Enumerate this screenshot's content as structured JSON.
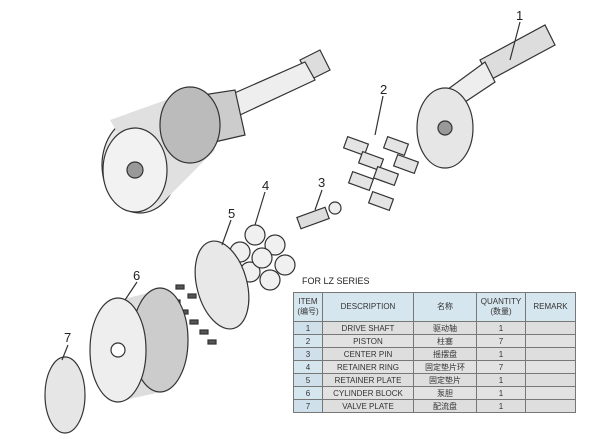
{
  "callouts": [
    "1",
    "2",
    "3",
    "4",
    "5",
    "6",
    "7"
  ],
  "table": {
    "caption": "FOR LZ SERIES",
    "headers": [
      "ITEM (编号)",
      "DESCRIPTION",
      "名称",
      "QUANTITY (数量)",
      "REMARK"
    ],
    "rows": [
      {
        "item": "1",
        "description": "DRIVE SHAFT",
        "name_cn": "驱动轴",
        "quantity": "1",
        "remark": ""
      },
      {
        "item": "2",
        "description": "PISTON",
        "name_cn": "柱塞",
        "quantity": "7",
        "remark": ""
      },
      {
        "item": "3",
        "description": "CENTER PIN",
        "name_cn": "摇摆盘",
        "quantity": "1",
        "remark": ""
      },
      {
        "item": "4",
        "description": "RETAINER RING",
        "name_cn": "固定垫片环",
        "quantity": "7",
        "remark": ""
      },
      {
        "item": "5",
        "description": "RETAINER PLATE",
        "name_cn": "固定垫片",
        "quantity": "1",
        "remark": ""
      },
      {
        "item": "6",
        "description": "CYLINDER BLOCK",
        "name_cn": "泵胆",
        "quantity": "1",
        "remark": ""
      },
      {
        "item": "7",
        "description": "VALVE PLATE",
        "name_cn": "配流盘",
        "quantity": "1",
        "remark": ""
      }
    ]
  }
}
